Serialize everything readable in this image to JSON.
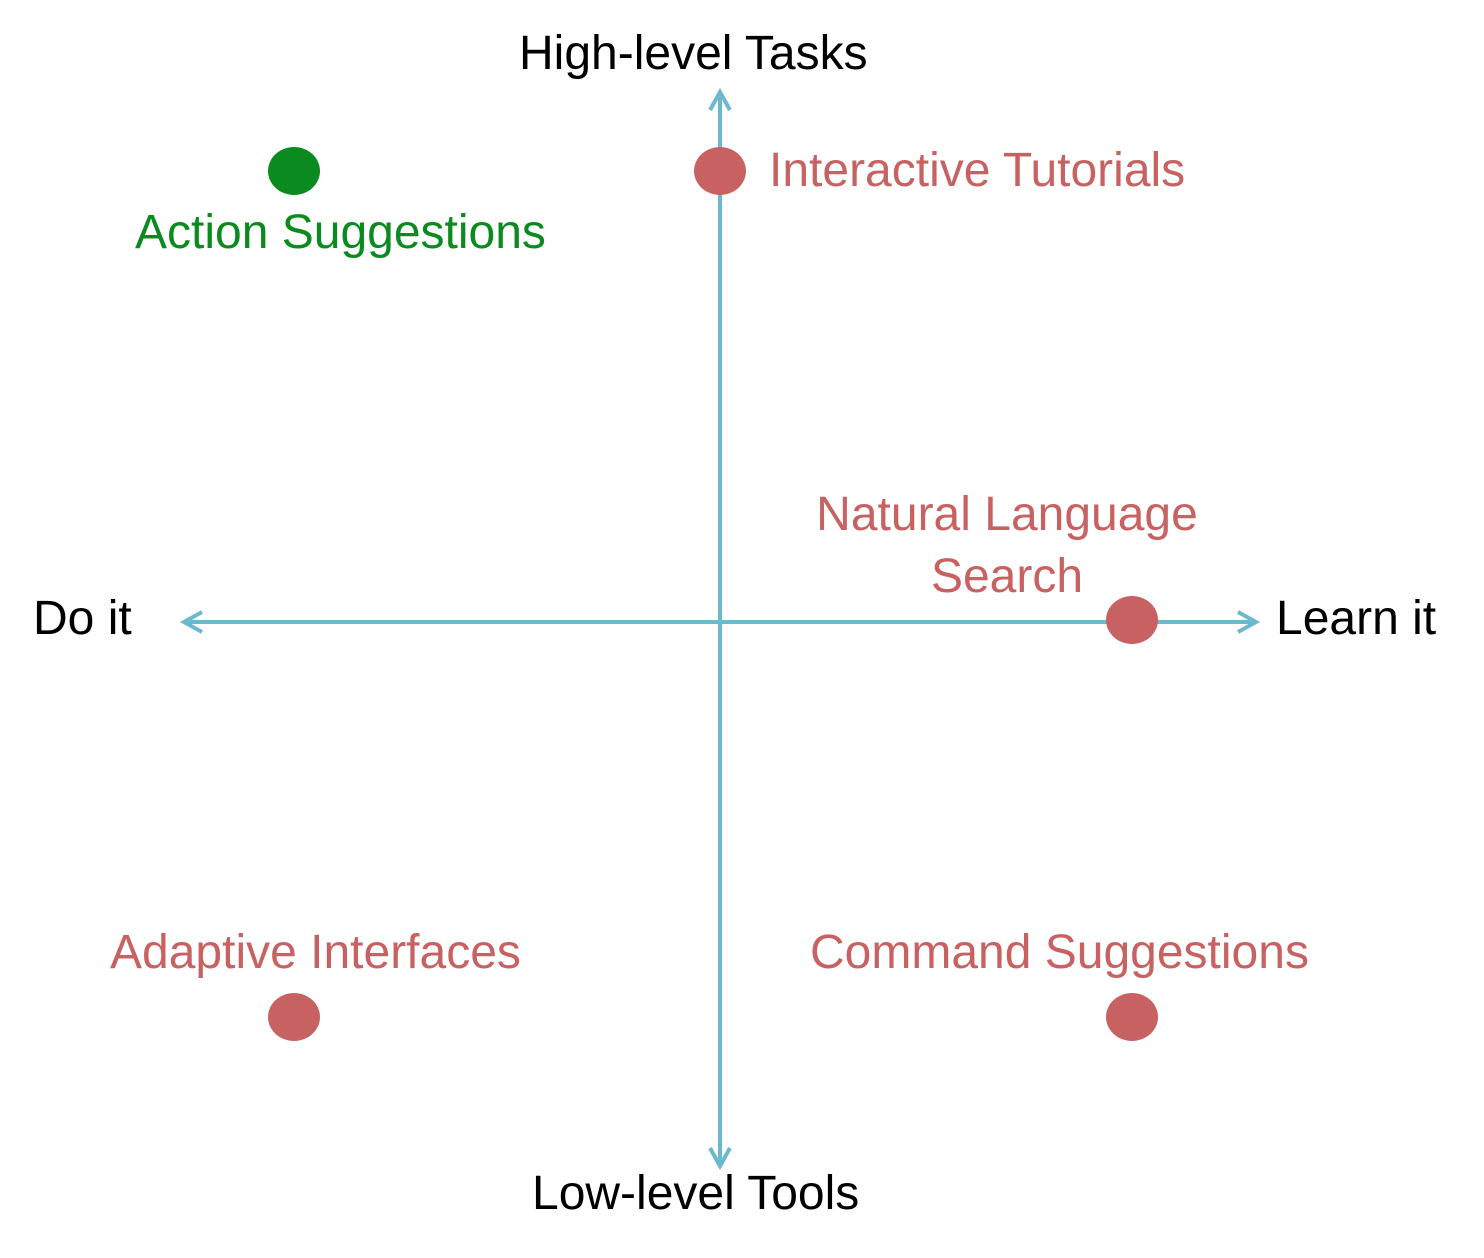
{
  "axes": {
    "top": "High-level Tasks",
    "bottom": "Low-level Tools",
    "left": "Do it",
    "right": "Learn it"
  },
  "colors": {
    "axis": "#6cb8cc",
    "highlight": "#0b8a1f",
    "item": "#c86262",
    "text": "#000000",
    "background": "#ffffff"
  },
  "items": [
    {
      "label_lines": [
        "Action Suggestions"
      ],
      "highlighted": true
    },
    {
      "label_lines": [
        "Interactive Tutorials"
      ],
      "highlighted": false
    },
    {
      "label_lines": [
        "Natural Language",
        "Search"
      ],
      "highlighted": false
    },
    {
      "label_lines": [
        "Adaptive Interfaces"
      ],
      "highlighted": false
    },
    {
      "label_lines": [
        "Command Suggestions"
      ],
      "highlighted": false
    }
  ]
}
